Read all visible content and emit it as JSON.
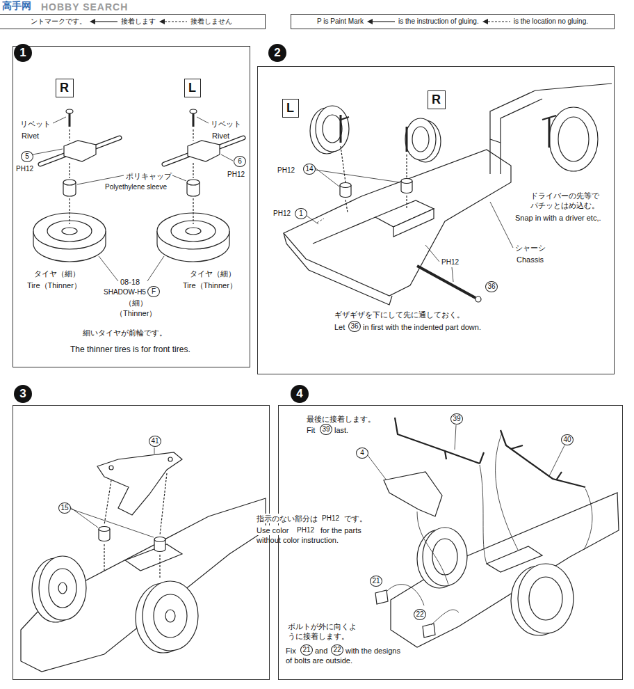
{
  "diagram": {
    "nodes": [
      {
        "text": [
          "ントマークです。",
          "接着します",
          "接着しません"
        ]
      },
      {
        "text": [
          "P is Paint Mark",
          "is the instruction of gluing.",
          "is the location no gluing."
        ]
      },
      {
        "text": [
          "1"
        ]
      },
      {
        "text": [
          "R"
        ],
        "in": 2
      },
      {
        "text": [
          "L"
        ],
        "in": 2
      },
      {
        "text": [
          "2"
        ]
      },
      {
        "text": [
          "L"
        ],
        "in": 5
      },
      {
        "text": [
          "R"
        ],
        "in": 5
      },
      {
        "text": [
          "3"
        ]
      },
      {
        "text": [
          "4"
        ]
      }
    ],
    "labels": [
      "高手网",
      "HOBBY SEARCH",
      "リベット",
      "Rivet",
      "リベット",
      "Rivet",
      "5",
      "PH12",
      "6",
      "PH12",
      "ポリキャップ",
      "Polyethylene sleeve",
      "タイヤ（細）",
      "Tire（Thinner）",
      "08-18",
      "SHADOW-H5",
      "F",
      "（細）",
      "（Thinner）",
      "タイヤ（細）",
      "Tire（Thinner）",
      "細いタイヤが前輪です。",
      "The thinner tires is for front tires.",
      "PH12",
      "14",
      "PH12",
      "1",
      "ドライバーの先等で パチッとはめ込む。",
      "Snap in with a driver etc,.",
      "シャーシ",
      "Chassis",
      "PH12",
      "36",
      "ギザギザを下にして先に通しておく。",
      "Let",
      "36",
      "in first with the indented part down.",
      "41",
      "15",
      "最後に接着します。",
      "Fit",
      "39",
      "last.",
      "39",
      "40",
      "4",
      "指示のない部分は",
      "PH12",
      "です。",
      "Use color",
      "PH12",
      "for the parts without color instruction.",
      "21",
      "22",
      "ボルトが外に向くように接着します。",
      "Fix",
      "21",
      "and",
      "22",
      "with the designs of bolts are outside."
    ]
  }
}
